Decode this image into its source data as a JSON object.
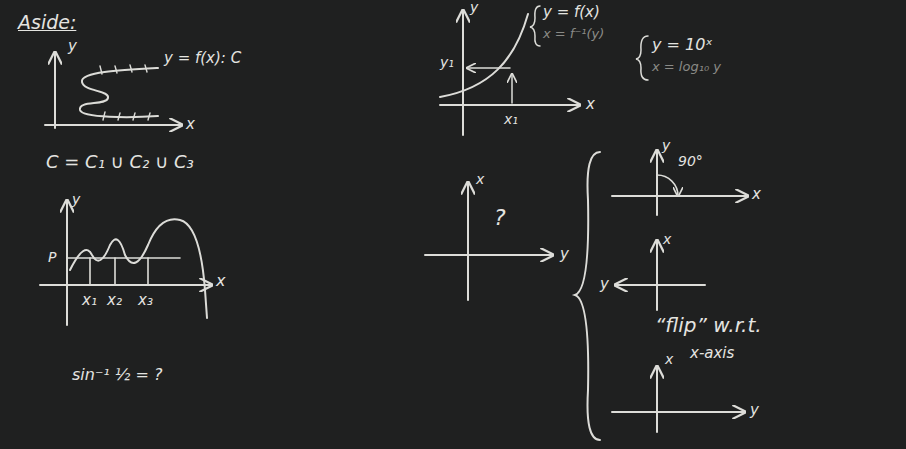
{
  "diagram": {
    "title": "Aside:",
    "labels": [
      "y",
      "y = f(x): C",
      "x",
      "C = C₁ ∪ C₂ ∪ C₃",
      "y",
      "y = f(x)",
      "x = f⁻¹(y)",
      "y₁",
      "x₁",
      "x",
      "y = 10ˣ",
      "x = log₁₀ y",
      "y",
      "P",
      "x₁",
      "x₂",
      "x₃",
      "x",
      "sin⁻¹ ½ = ?",
      "x",
      "?",
      "y",
      "y",
      "90°",
      "x",
      "x",
      "y",
      "“flip” w.r.t.",
      "x-axis",
      "x",
      "y"
    ]
  }
}
